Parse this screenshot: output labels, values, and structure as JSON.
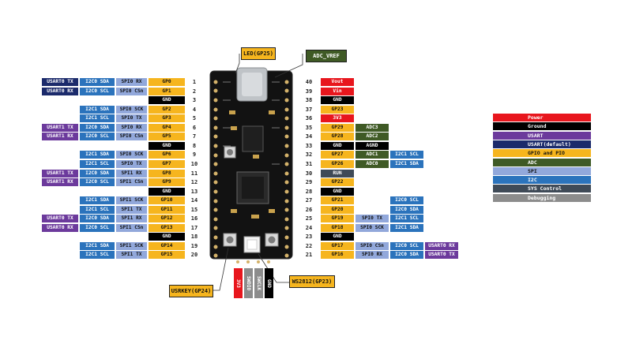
{
  "colors": {
    "Power": "#e8161d",
    "Ground": "#000000",
    "USART": "#6c3a9c",
    "USART_default": "#1b2a6b",
    "GPIO": "#f6b51e",
    "ADC": "#3f5a25",
    "SPI": "#92a8db",
    "I2C": "#2b73bc",
    "SYS": "#3f4a57",
    "Debug": "#8c8c8c",
    "text_light": "#ffffff",
    "text_dark": "#111111"
  },
  "left_pins": [
    {
      "num": "1",
      "cells": [
        {
          "t": "USART0 TX",
          "c": "USART_default"
        },
        {
          "t": "I2C0 SDA",
          "c": "I2C"
        },
        {
          "t": "SPI0 RX",
          "c": "SPI"
        },
        {
          "t": "GP0",
          "c": "GPIO"
        }
      ]
    },
    {
      "num": "2",
      "cells": [
        {
          "t": "USART0 RX",
          "c": "USART_default"
        },
        {
          "t": "I2C0 SCL",
          "c": "I2C"
        },
        {
          "t": "SPI0 CSn",
          "c": "SPI"
        },
        {
          "t": "GP1",
          "c": "GPIO"
        }
      ]
    },
    {
      "num": "3",
      "cells": [
        null,
        null,
        null,
        {
          "t": "GND",
          "c": "Ground"
        }
      ]
    },
    {
      "num": "4",
      "cells": [
        null,
        {
          "t": "I2C1 SDA",
          "c": "I2C"
        },
        {
          "t": "SPI0 SCK",
          "c": "SPI"
        },
        {
          "t": "GP2",
          "c": "GPIO"
        }
      ]
    },
    {
      "num": "5",
      "cells": [
        null,
        {
          "t": "I2C1 SCL",
          "c": "I2C"
        },
        {
          "t": "SPI0 TX",
          "c": "SPI"
        },
        {
          "t": "GP3",
          "c": "GPIO"
        }
      ]
    },
    {
      "num": "6",
      "cells": [
        {
          "t": "USART1 TX",
          "c": "USART"
        },
        {
          "t": "I2C0 SDA",
          "c": "I2C"
        },
        {
          "t": "SPI0 RX",
          "c": "SPI"
        },
        {
          "t": "GP4",
          "c": "GPIO"
        }
      ]
    },
    {
      "num": "7",
      "cells": [
        {
          "t": "USART1 RX",
          "c": "USART"
        },
        {
          "t": "I2C0 SCL",
          "c": "I2C"
        },
        {
          "t": "SPI0 CSn",
          "c": "SPI"
        },
        {
          "t": "GP5",
          "c": "GPIO"
        }
      ]
    },
    {
      "num": "8",
      "cells": [
        null,
        null,
        null,
        {
          "t": "GND",
          "c": "Ground"
        }
      ]
    },
    {
      "num": "9",
      "cells": [
        null,
        {
          "t": "I2C1 SDA",
          "c": "I2C"
        },
        {
          "t": "SPI0 SCK",
          "c": "SPI"
        },
        {
          "t": "GP6",
          "c": "GPIO"
        }
      ]
    },
    {
      "num": "10",
      "cells": [
        null,
        {
          "t": "I2C1 SCL",
          "c": "I2C"
        },
        {
          "t": "SPI0 TX",
          "c": "SPI"
        },
        {
          "t": "GP7",
          "c": "GPIO"
        }
      ]
    },
    {
      "num": "11",
      "cells": [
        {
          "t": "USART1 TX",
          "c": "USART"
        },
        {
          "t": "I2C0 SDA",
          "c": "I2C"
        },
        {
          "t": "SPI1 RX",
          "c": "SPI"
        },
        {
          "t": "GP8",
          "c": "GPIO"
        }
      ]
    },
    {
      "num": "12",
      "cells": [
        {
          "t": "USART1 RX",
          "c": "USART"
        },
        {
          "t": "I2C0 SCL",
          "c": "I2C"
        },
        {
          "t": "SPI1 CSn",
          "c": "SPI"
        },
        {
          "t": "GP9",
          "c": "GPIO"
        }
      ]
    },
    {
      "num": "13",
      "cells": [
        null,
        null,
        null,
        {
          "t": "GND",
          "c": "Ground"
        }
      ]
    },
    {
      "num": "14",
      "cells": [
        null,
        {
          "t": "I2C1 SDA",
          "c": "I2C"
        },
        {
          "t": "SPI1 SCK",
          "c": "SPI"
        },
        {
          "t": "GP10",
          "c": "GPIO"
        }
      ]
    },
    {
      "num": "15",
      "cells": [
        null,
        {
          "t": "I2C1 SCL",
          "c": "I2C"
        },
        {
          "t": "SPI1 TX",
          "c": "SPI"
        },
        {
          "t": "GP11",
          "c": "GPIO"
        }
      ]
    },
    {
      "num": "16",
      "cells": [
        {
          "t": "USART0 TX",
          "c": "USART"
        },
        {
          "t": "I2C0 SDA",
          "c": "I2C"
        },
        {
          "t": "SPI1 RX",
          "c": "SPI"
        },
        {
          "t": "GP12",
          "c": "GPIO"
        }
      ]
    },
    {
      "num": "17",
      "cells": [
        {
          "t": "USART0 RX",
          "c": "USART"
        },
        {
          "t": "I2C0 SCL",
          "c": "I2C"
        },
        {
          "t": "SPI1 CSn",
          "c": "SPI"
        },
        {
          "t": "GP13",
          "c": "GPIO"
        }
      ]
    },
    {
      "num": "18",
      "cells": [
        null,
        null,
        null,
        {
          "t": "GND",
          "c": "Ground"
        }
      ]
    },
    {
      "num": "19",
      "cells": [
        null,
        {
          "t": "I2C1 SDA",
          "c": "I2C"
        },
        {
          "t": "SPI1 SCK",
          "c": "SPI"
        },
        {
          "t": "GP14",
          "c": "GPIO"
        }
      ]
    },
    {
      "num": "20",
      "cells": [
        null,
        {
          "t": "I2C1 SCL",
          "c": "I2C"
        },
        {
          "t": "SPI1 TX",
          "c": "SPI"
        },
        {
          "t": "GP15",
          "c": "GPIO"
        }
      ]
    }
  ],
  "right_pins": [
    {
      "num": "40",
      "cells": [
        {
          "t": "Vout",
          "c": "Power"
        },
        null,
        null,
        null
      ]
    },
    {
      "num": "39",
      "cells": [
        {
          "t": "Vin",
          "c": "Power"
        },
        null,
        null,
        null
      ]
    },
    {
      "num": "38",
      "cells": [
        {
          "t": "GND",
          "c": "Ground"
        },
        null,
        null,
        null
      ]
    },
    {
      "num": "37",
      "cells": [
        {
          "t": "GP23",
          "c": "GPIO"
        },
        null,
        null,
        null
      ]
    },
    {
      "num": "36",
      "cells": [
        {
          "t": "3V3",
          "c": "Power"
        },
        null,
        null,
        null
      ]
    },
    {
      "num": "35",
      "cells": [
        {
          "t": "GP29",
          "c": "GPIO"
        },
        {
          "t": "ADC3",
          "c": "ADC"
        },
        null,
        null
      ]
    },
    {
      "num": "34",
      "cells": [
        {
          "t": "GP28",
          "c": "GPIO"
        },
        {
          "t": "ADC2",
          "c": "ADC"
        },
        null,
        null
      ]
    },
    {
      "num": "33",
      "cells": [
        {
          "t": "GND",
          "c": "Ground"
        },
        {
          "t": "AGND",
          "c": "Ground"
        },
        null,
        null
      ]
    },
    {
      "num": "32",
      "cells": [
        {
          "t": "GP27",
          "c": "GPIO"
        },
        {
          "t": "ADC1",
          "c": "ADC"
        },
        {
          "t": "I2C1 SCL",
          "c": "I2C"
        },
        null
      ]
    },
    {
      "num": "31",
      "cells": [
        {
          "t": "GP26",
          "c": "GPIO"
        },
        {
          "t": "ADC0",
          "c": "ADC"
        },
        {
          "t": "I2C1 SDA",
          "c": "I2C"
        },
        null
      ]
    },
    {
      "num": "30",
      "cells": [
        {
          "t": "RUN",
          "c": "SYS"
        },
        null,
        null,
        null
      ]
    },
    {
      "num": "29",
      "cells": [
        {
          "t": "GP22",
          "c": "GPIO"
        },
        null,
        null,
        null
      ]
    },
    {
      "num": "28",
      "cells": [
        {
          "t": "GND",
          "c": "Ground"
        },
        null,
        null,
        null
      ]
    },
    {
      "num": "27",
      "cells": [
        {
          "t": "GP21",
          "c": "GPIO"
        },
        null,
        {
          "t": "I2C0 SCL",
          "c": "I2C"
        },
        null
      ]
    },
    {
      "num": "26",
      "cells": [
        {
          "t": "GP20",
          "c": "GPIO"
        },
        null,
        {
          "t": "I2C0 SDA",
          "c": "I2C"
        },
        null
      ]
    },
    {
      "num": "25",
      "cells": [
        {
          "t": "GP19",
          "c": "GPIO"
        },
        {
          "t": "SPI0 TX",
          "c": "SPI"
        },
        {
          "t": "I2C1 SCL",
          "c": "I2C"
        },
        null
      ]
    },
    {
      "num": "24",
      "cells": [
        {
          "t": "GP18",
          "c": "GPIO"
        },
        {
          "t": "SPI0 SCK",
          "c": "SPI"
        },
        {
          "t": "I2C1 SDA",
          "c": "I2C"
        },
        null
      ]
    },
    {
      "num": "23",
      "cells": [
        {
          "t": "GND",
          "c": "Ground"
        },
        null,
        null,
        null
      ]
    },
    {
      "num": "22",
      "cells": [
        {
          "t": "GP17",
          "c": "GPIO"
        },
        {
          "t": "SPI0 CSn",
          "c": "SPI"
        },
        {
          "t": "I2C0 SCL",
          "c": "I2C"
        },
        {
          "t": "USART0 RX",
          "c": "USART"
        }
      ]
    },
    {
      "num": "21",
      "cells": [
        {
          "t": "GP16",
          "c": "GPIO"
        },
        {
          "t": "SPI0 RX",
          "c": "SPI"
        },
        {
          "t": "I2C0 SDA",
          "c": "I2C"
        },
        {
          "t": "USART0 TX",
          "c": "USART"
        }
      ]
    }
  ],
  "legend": [
    {
      "label": "Power",
      "c": "Power"
    },
    {
      "label": "Ground",
      "c": "Ground"
    },
    {
      "label": "USART",
      "c": "USART"
    },
    {
      "label": "USART(default)",
      "c": "USART_default"
    },
    {
      "label": "GPIO and PIO",
      "c": "GPIO"
    },
    {
      "label": "ADC",
      "c": "ADC"
    },
    {
      "label": "SPI",
      "c": "SPI"
    },
    {
      "label": "I2C",
      "c": "I2C"
    },
    {
      "label": "SYS Control",
      "c": "SYS"
    },
    {
      "label": "Debugging",
      "c": "Debug"
    }
  ],
  "callouts": {
    "led": "LED(GP25)",
    "adc_vref": "ADC_VREF",
    "usrkey": "USRKEY(GP24)",
    "ws2812": "WS2812(GP23)"
  },
  "bottom_pins": [
    {
      "t": "3V3",
      "c": "Power"
    },
    {
      "t": "SWDIO",
      "c": "Debug"
    },
    {
      "t": "SWCLK",
      "c": "Debug"
    },
    {
      "t": "GND",
      "c": "Ground"
    }
  ]
}
